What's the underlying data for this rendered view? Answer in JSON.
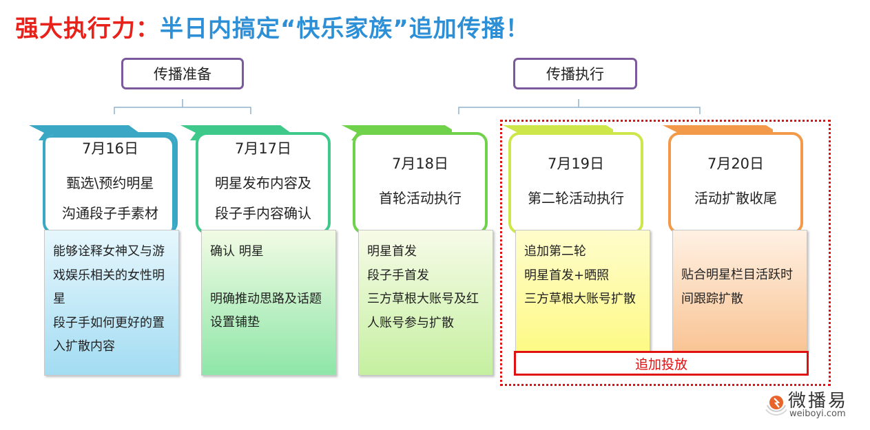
{
  "title": {
    "part1": "强大执行力：",
    "part2": "半日内搞定“快乐家族”追加传播！"
  },
  "phases": [
    {
      "label": "传播准备"
    },
    {
      "label": "传播执行"
    }
  ],
  "steps": [
    {
      "date": "7月16日",
      "lines": [
        "甄选\\预约明星",
        "沟通段子手素材"
      ],
      "details": [
        "能够诠释女神又与游戏娱乐相关的女性明星",
        "段子手如何更好的置入扩散内容"
      ]
    },
    {
      "date": "7月17日",
      "lines": [
        "明星发布内容及",
        "段子手内容确认"
      ],
      "details": [
        "确认 明星",
        "",
        "明确推动思路及话题设置铺垫"
      ]
    },
    {
      "date": "7月18日",
      "lines": [
        "首轮活动执行"
      ],
      "details": [
        "明星首发",
        "段子手首发",
        "三方草根大账号及红人账号参与扩散"
      ]
    },
    {
      "date": "7月19日",
      "lines": [
        "第二轮活动执行"
      ],
      "details": [
        "追加第二轮",
        "明星首发+晒照",
        "三方草根大账号扩散"
      ]
    },
    {
      "date": "7月20日",
      "lines": [
        "活动扩散收尾"
      ],
      "details": [
        "",
        "贴合明星栏目活跃时间跟踪扩散"
      ]
    }
  ],
  "highlight": {
    "label": "追加投放"
  },
  "logo": {
    "name": "微播易",
    "url": "weiboyi.com"
  },
  "colors": {
    "title_red": "#e8211a",
    "title_blue": "#2d8fd6",
    "phase_border": "#7a5a9a",
    "step1": "#3aa8c4",
    "step2": "#3ec98a",
    "step3": "#6fd24a",
    "step4": "#cde64a",
    "step5": "#f29a4a",
    "highlight_red": "#e01010"
  }
}
